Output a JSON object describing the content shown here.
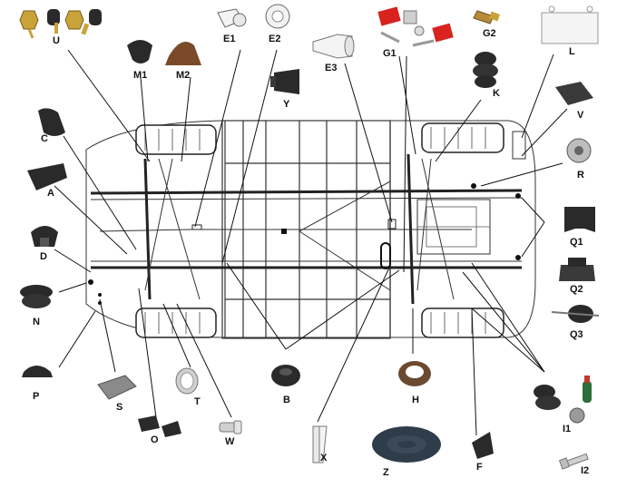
{
  "title": "",
  "labels": {
    "U": "U",
    "E1": "E1",
    "E2": "E2",
    "G1": "G1",
    "G2": "G2",
    "L": "L",
    "M1": "M1",
    "M2": "M2",
    "E3": "E3",
    "Y": "Y",
    "K": "K",
    "V": "V",
    "C": "C",
    "R": "R",
    "A": "A",
    "D": "D",
    "Q1": "Q1",
    "Q2": "Q2",
    "N": "N",
    "Q3": "Q3",
    "P": "P",
    "S": "S",
    "T": "T",
    "B": "B",
    "H": "H",
    "I1": "I1",
    "O": "O",
    "W": "W",
    "X": "X",
    "Z": "Z",
    "F": "F",
    "I2": "I2"
  },
  "colors": {
    "line": "#111111",
    "frame": "#333333",
    "rubber": "#2a2a2a",
    "red_part": "#d8231f",
    "brass": "#c9a23a",
    "green_part": "#2f6e3a",
    "orange_part": "#b8632a"
  }
}
